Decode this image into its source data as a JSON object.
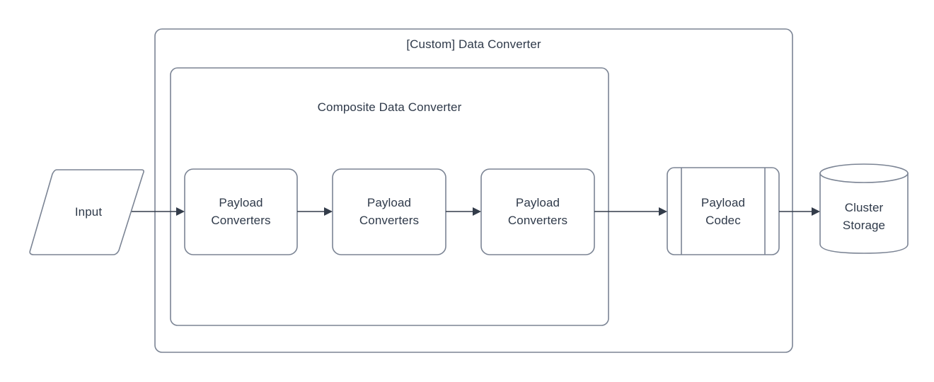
{
  "diagram": {
    "title": "[Custom] Data Converter",
    "containers": [
      {
        "id": "custom-data-converter",
        "label": "[Custom] Data Converter"
      },
      {
        "id": "composite-data-converter",
        "label": "Composite Data Converter"
      }
    ],
    "nodes": [
      {
        "id": "input",
        "label": "Input",
        "shape": "parallelogram"
      },
      {
        "id": "payload-converters-1",
        "label": "Payload\nConverters",
        "shape": "rounded-rect"
      },
      {
        "id": "payload-converters-2",
        "label": "Payload\nConverters",
        "shape": "rounded-rect"
      },
      {
        "id": "payload-converters-3",
        "label": "Payload\nConverters",
        "shape": "rounded-rect"
      },
      {
        "id": "payload-codec",
        "label": "Payload\nCodec",
        "shape": "subroutine"
      },
      {
        "id": "cluster-storage",
        "label": "Cluster\nStorage",
        "shape": "cylinder"
      }
    ],
    "edges": [
      {
        "from": "input",
        "to": "payload-converters-1"
      },
      {
        "from": "payload-converters-1",
        "to": "payload-converters-2"
      },
      {
        "from": "payload-converters-2",
        "to": "payload-converters-3"
      },
      {
        "from": "payload-converters-3",
        "to": "payload-codec"
      },
      {
        "from": "payload-codec",
        "to": "cluster-storage"
      }
    ],
    "colors": {
      "background": "#ffffff",
      "shape_fill": "#ffffff",
      "shape_stroke": "#7b8494",
      "connector": "#333c4a",
      "text": "#2f3a4a"
    }
  }
}
